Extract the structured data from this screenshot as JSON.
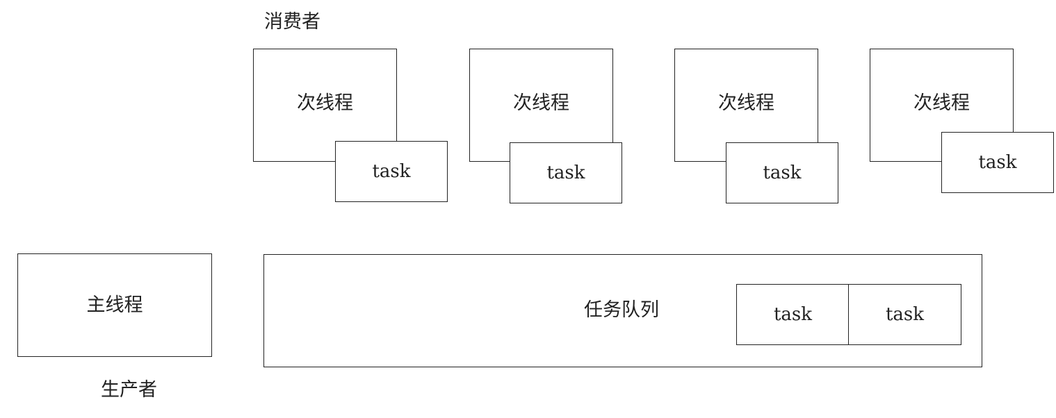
{
  "consumer_label": "消费者",
  "producer_label": "生产者",
  "main_thread_label": "主线程",
  "worker_threads": [
    {
      "label": "次线程",
      "task_label": "task"
    },
    {
      "label": "次线程",
      "task_label": "task"
    },
    {
      "label": "次线程",
      "task_label": "task"
    },
    {
      "label": "次线程",
      "task_label": "task"
    }
  ],
  "task_queue": {
    "label": "任务队列",
    "tasks": [
      "task",
      "task"
    ]
  }
}
